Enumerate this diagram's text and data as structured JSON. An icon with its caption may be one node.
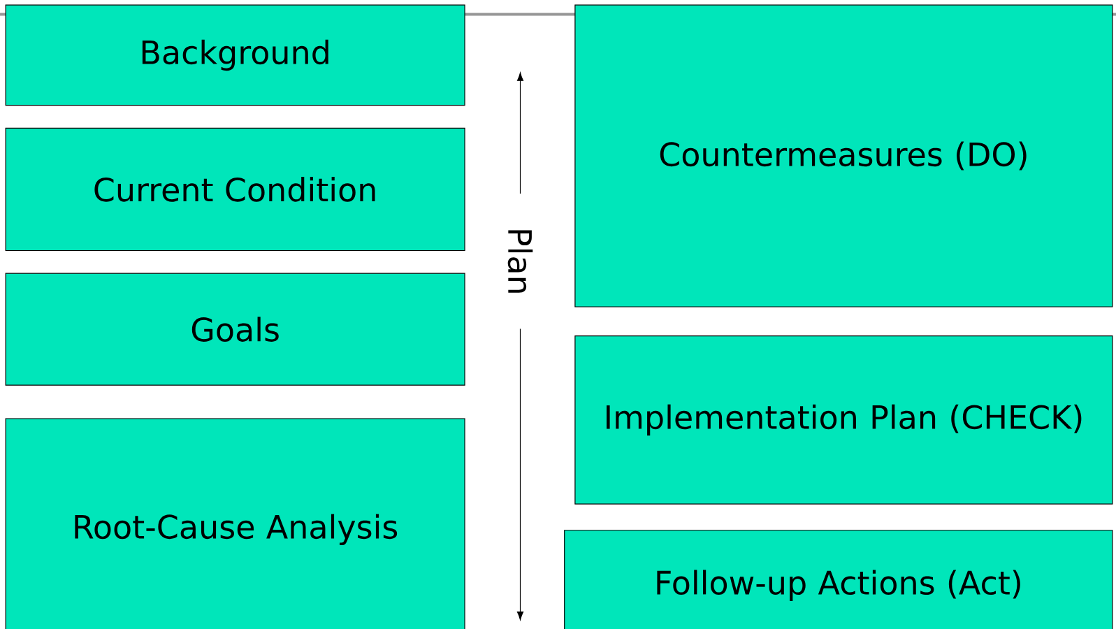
{
  "diagram": {
    "nodes": [
      {
        "text": [
          "Background"
        ]
      },
      {
        "text": [
          "Current Condition"
        ]
      },
      {
        "text": [
          "Goals"
        ]
      },
      {
        "text": [
          "Root-Cause Analysis"
        ]
      },
      {
        "text": [
          "Countermeasures (DO)"
        ]
      },
      {
        "text": [
          "Implementation Plan (CHECK)"
        ]
      },
      {
        "text": [
          "Follow-up Actions (Act)"
        ]
      }
    ],
    "labels": [
      "Plan"
    ]
  }
}
